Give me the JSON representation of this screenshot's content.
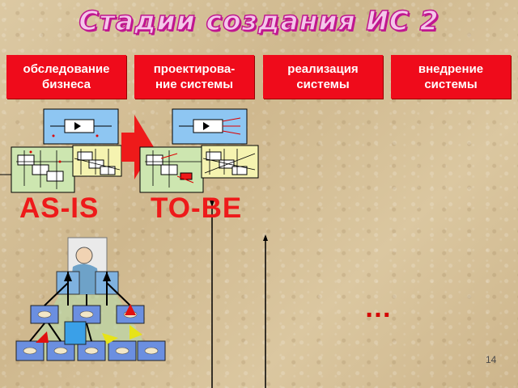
{
  "slide": {
    "title": "Стадии создания ИС 2",
    "page_number": "14",
    "ellipsis": "…"
  },
  "stages": [
    {
      "label": "обследование\nбизнеса"
    },
    {
      "label": "проектирова-\nние системы"
    },
    {
      "label": "реализация\nсистемы"
    },
    {
      "label": "внедрение\nсистемы"
    }
  ],
  "models": {
    "as_is": "AS-IS",
    "to_be": "TO-BE"
  },
  "colors": {
    "stage_fill": "#ef0b1b",
    "title_outline": "#c0178f",
    "model_label": "#ee1a1a",
    "idef_blue": "#8ec6f2",
    "idef_yellow": "#f5f3b0",
    "idef_green": "#cde6b0"
  },
  "icons": [
    "idef0-diagram",
    "arrow-right",
    "org-chart-pyramid",
    "person-figure"
  ]
}
